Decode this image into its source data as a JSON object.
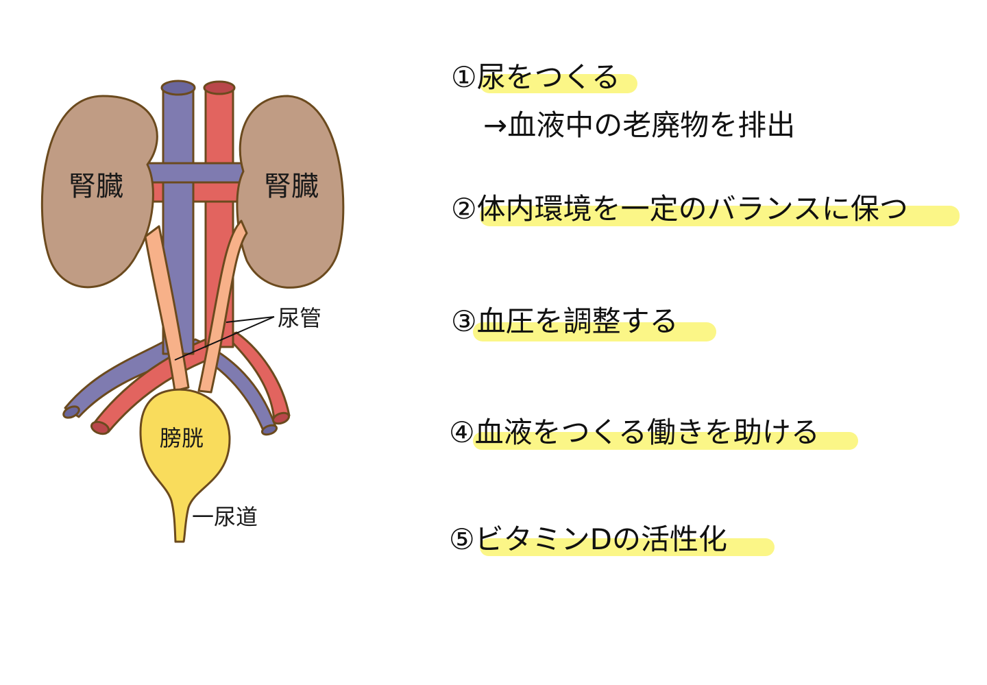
{
  "diagram": {
    "labels": {
      "kidney_left": "腎臓",
      "kidney_right": "腎臓",
      "ureter": "尿管",
      "bladder": "膀胱",
      "urethra": "一尿道"
    },
    "colors": {
      "kidney": "#c09c84",
      "outline": "#6b4a1e",
      "vein": "#7f7bb0",
      "artery": "#e2645f",
      "ureter": "#f7b189",
      "bladder": "#f9dc5c",
      "highlight": "#fbf57a"
    }
  },
  "functions": {
    "items": [
      {
        "text": "①尿をつくる",
        "sub": "→血液中の老廃物を排出"
      },
      {
        "text": "②体内環境を一定のバランスに保つ"
      },
      {
        "text": "③血圧を調整する"
      },
      {
        "text": "④血液をつくる働きを助ける"
      },
      {
        "text": "⑤ビタミンDの活性化"
      }
    ]
  }
}
